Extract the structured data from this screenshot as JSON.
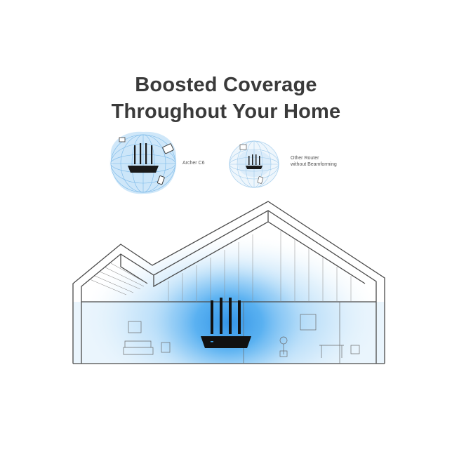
{
  "headline": {
    "line1": "Boosted Coverage",
    "line2": "Throughout Your Home"
  },
  "comparison": {
    "archer": {
      "label": "Archer C6"
    },
    "other": {
      "label_line1": "Other Router",
      "label_line2": "without Beamforming"
    }
  },
  "colors": {
    "headline": "#3a3a3a",
    "coverage_blue": "#3aa0e8",
    "light_blue": "#cfe6f7",
    "router_black": "#1a1a1a",
    "line_gray": "#555555"
  },
  "icons": [
    "router-icon",
    "globe-grid-icon",
    "house-outline-icon",
    "phone-icon",
    "laptop-icon",
    "tablet-icon"
  ]
}
